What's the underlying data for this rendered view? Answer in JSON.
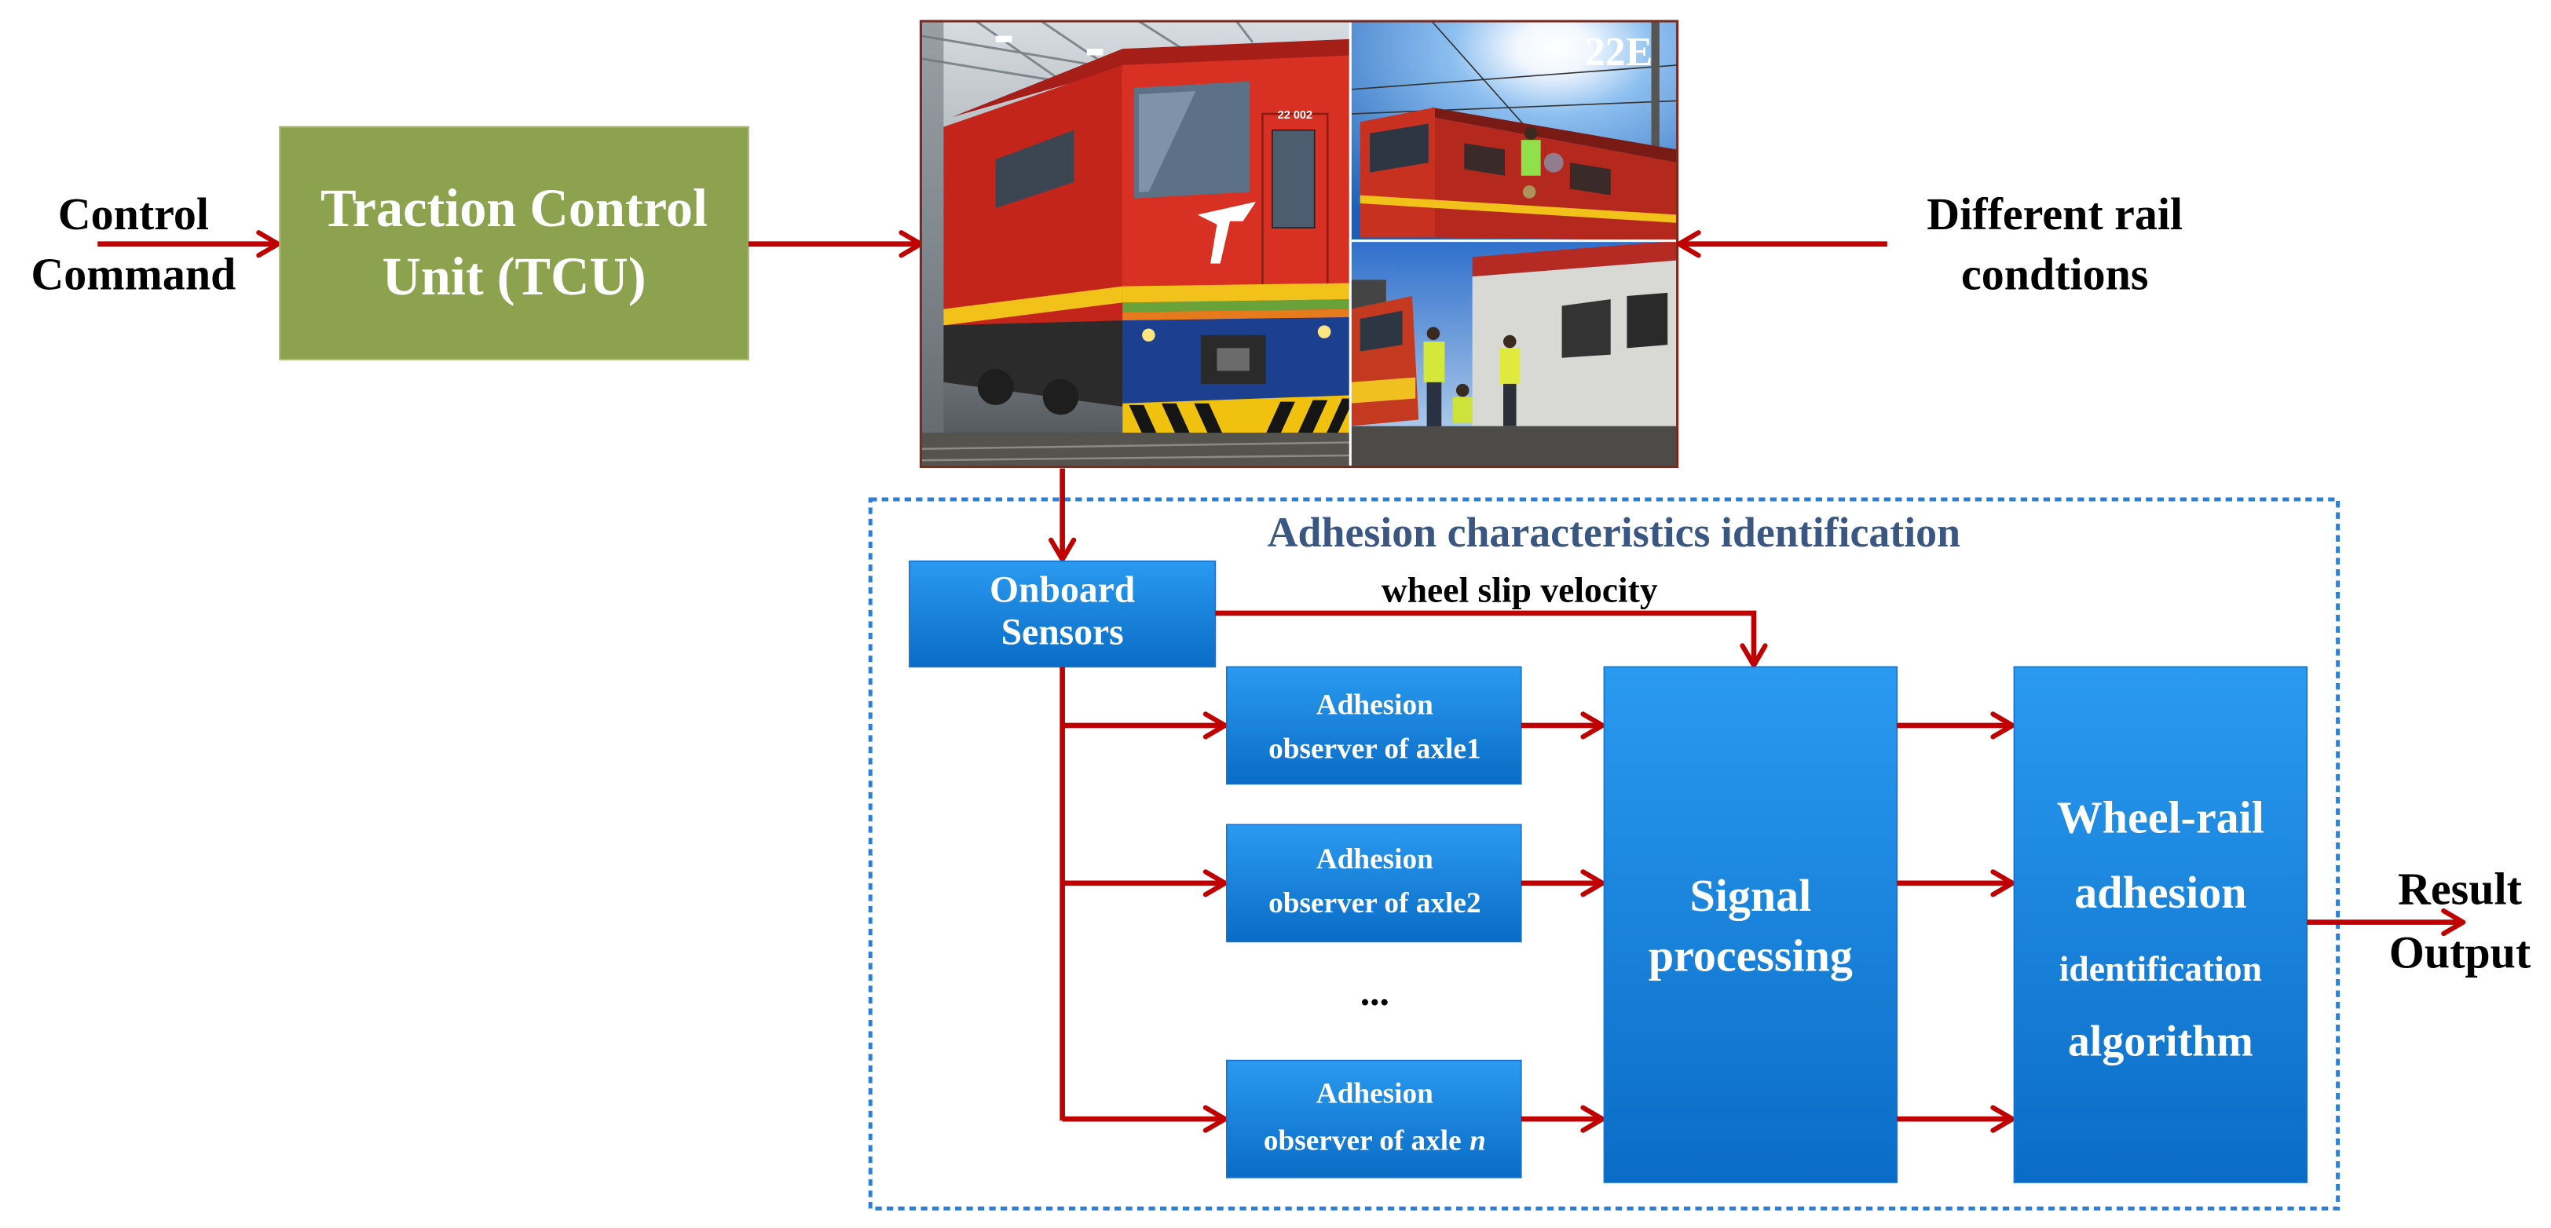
{
  "input_command": {
    "lines": [
      "Control",
      "Command"
    ]
  },
  "tcu": {
    "lines": [
      "Traction Control",
      "Unit (TCU)"
    ]
  },
  "photo": {
    "label": "22E",
    "loco_number": "22 002"
  },
  "rail_conditions": {
    "lines": [
      "Different rail",
      "condtions"
    ]
  },
  "identification": {
    "title": "Adhesion characteristics identification",
    "onboard_sensors": {
      "lines": [
        "Onboard",
        "Sensors"
      ]
    },
    "slip_label": "wheel slip velocity",
    "observers": [
      {
        "line1": "Adhesion",
        "line2": "observer of axle1"
      },
      {
        "line1": "Adhesion",
        "line2": "observer of axle2"
      },
      {
        "line1": "Adhesion",
        "line2": "observer of axle",
        "index": "n"
      }
    ],
    "ellipsis": "...",
    "signal_processing": {
      "lines": [
        "Signal",
        "processing"
      ]
    },
    "algorithm": {
      "lines": [
        "Wheel-rail",
        "adhesion",
        "identification",
        "algorithm"
      ]
    }
  },
  "output": {
    "lines": [
      "Result",
      "Output"
    ]
  },
  "colors": {
    "arrow": "#c00000",
    "tcu": "#8da24f",
    "block_top": "#2a9af0",
    "block_bottom": "#0a6cc6",
    "frame": "#2d7fd6",
    "title": "#3a5783"
  }
}
